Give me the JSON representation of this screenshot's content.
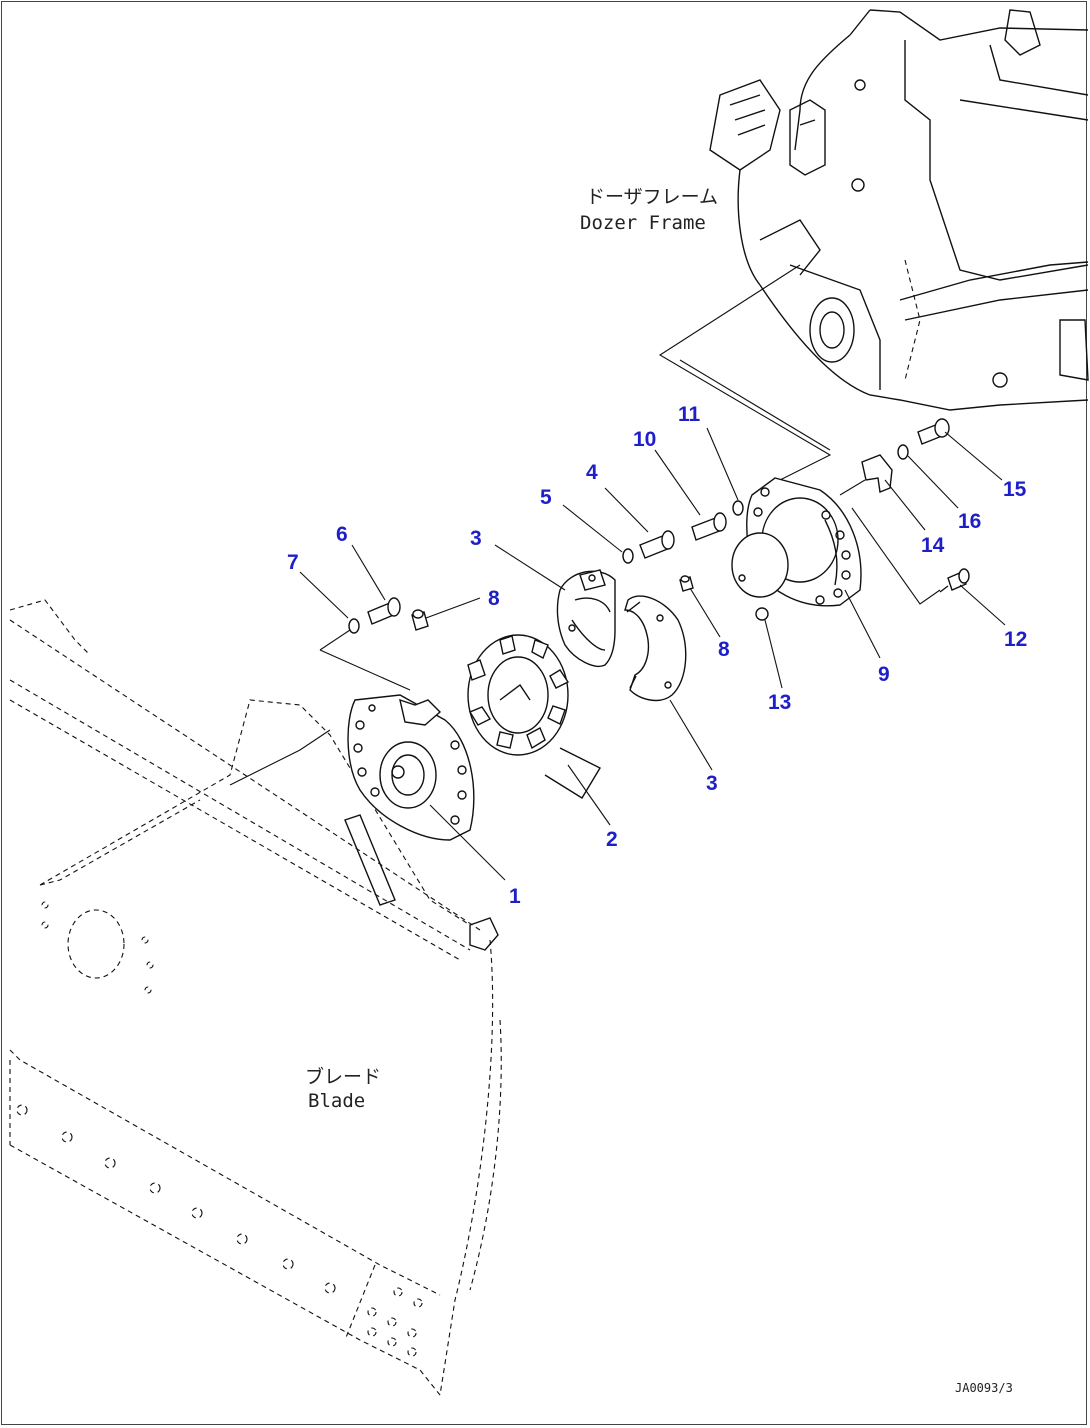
{
  "labels": {
    "dozer_frame_jp": "ドーザフレーム",
    "dozer_frame_en": "Dozer Frame",
    "blade_jp": "ブレード",
    "blade_en": "Blade",
    "drawing_number": "JA0093/3"
  },
  "callouts": {
    "c1": "1",
    "c2": "2",
    "c3a": "3",
    "c3b": "3",
    "c4": "4",
    "c5": "5",
    "c6": "6",
    "c7": "7",
    "c8a": "8",
    "c8b": "8",
    "c9": "9",
    "c10": "10",
    "c11": "11",
    "c12": "12",
    "c13": "13",
    "c14": "14",
    "c15": "15",
    "c16": "16"
  },
  "colors": {
    "callout": "#1f1fc8",
    "line": "#111111"
  }
}
